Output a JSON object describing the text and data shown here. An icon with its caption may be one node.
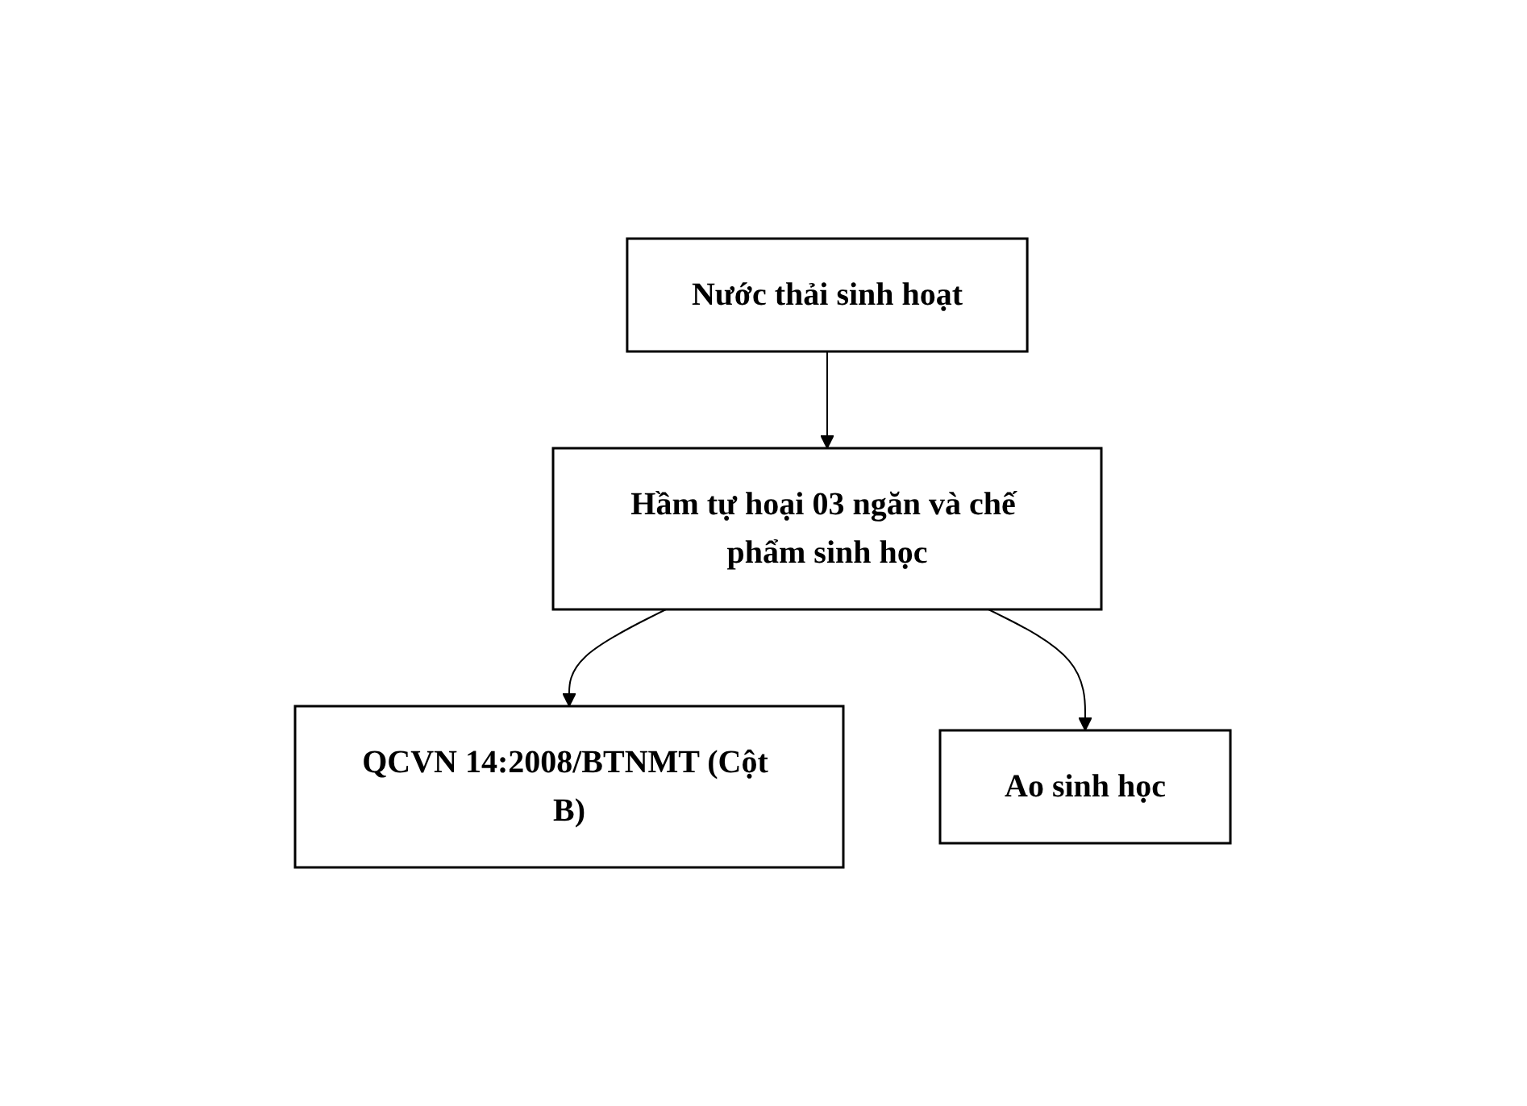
{
  "diagram": {
    "nodes": [
      {
        "text": [
          "Nước thải sinh hoạt"
        ]
      },
      {
        "text": [
          "Hầm tự hoại 03 ngăn và chế phẩm sinh học"
        ]
      },
      {
        "text": [
          "QCVN 14:2008/BTNMT (Cột B)"
        ]
      },
      {
        "text": [
          "Ao sinh học"
        ]
      }
    ],
    "edges": [
      {
        "from": 0,
        "to": 1,
        "arrow": "to"
      },
      {
        "from": 1,
        "to": 2,
        "arrow": "to"
      },
      {
        "from": 1,
        "to": 3,
        "arrow": "to"
      }
    ]
  }
}
